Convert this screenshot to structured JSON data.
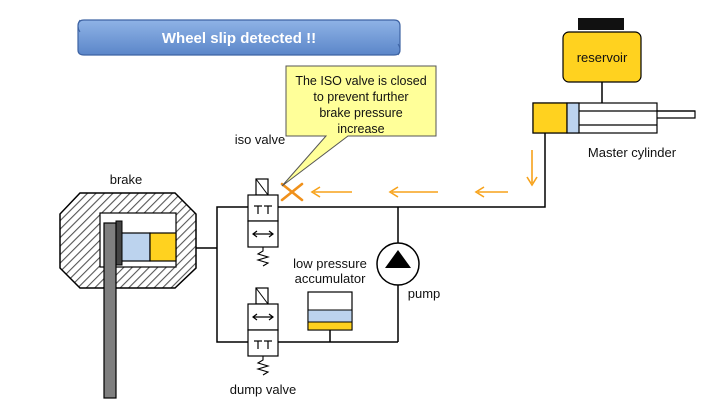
{
  "banner": {
    "text": "Wheel slip detected !!",
    "fill": "#6e9bd8",
    "text_color": "#ffffff"
  },
  "callout": {
    "text_lines": [
      "The ISO valve is closed",
      "to prevent further",
      "brake pressure",
      "increase"
    ],
    "fill": "#ffff99"
  },
  "labels": {
    "reservoir": "reservoir",
    "master_cylinder": "Master cylinder",
    "iso_valve": "iso valve",
    "brake": "brake",
    "low_pressure_accumulator": [
      "low pressure",
      "accumulator"
    ],
    "pump": "pump",
    "dump_valve": "dump valve"
  },
  "colors": {
    "fluid_yellow": "#ffd21f",
    "arrow_orange": "#f7a21a",
    "closed_x": "#f0901a",
    "line": "#000000",
    "brake_grey": "#7f7f7f",
    "cylinder_blue": "#bcd3ee"
  }
}
